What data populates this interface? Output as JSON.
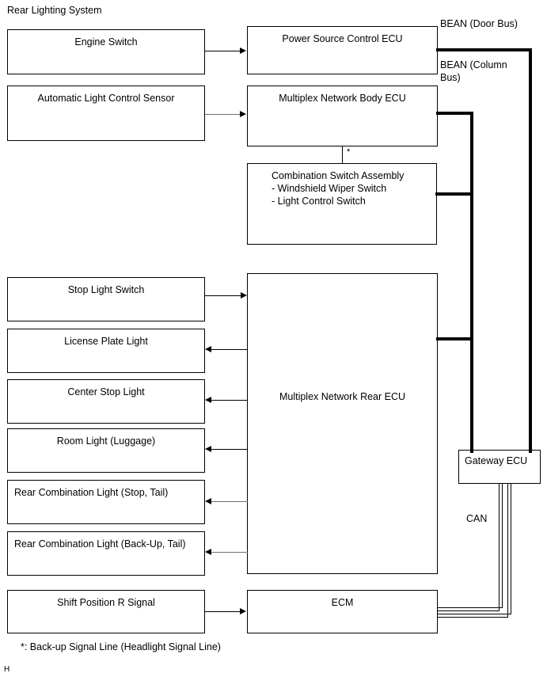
{
  "diagram": {
    "title": "Rear Lighting System",
    "footnote": "*: Back-up Signal Line (Headlight Signal Line)",
    "page_mark": "H",
    "asterisk": "*"
  },
  "bus_labels": {
    "door_bus": "BEAN (Door Bus)",
    "column_bus_line1": "BEAN (Column",
    "column_bus_line2": "Bus)",
    "can": "CAN"
  },
  "blocks": {
    "engine_switch": "Engine Switch",
    "automatic_light_control_sensor": "Automatic Light Control Sensor",
    "power_source_control_ecu": "Power Source Control ECU",
    "multiplex_network_body_ecu": "Multiplex Network Body ECU",
    "combination_switch_title": "Combination Switch Assembly",
    "combination_switch_item1": "- Windshield Wiper Switch",
    "combination_switch_item2": "- Light Control Switch",
    "stop_light_switch": "Stop Light Switch",
    "license_plate_light": "License Plate Light",
    "center_stop_light": "Center Stop Light",
    "room_light_luggage": "Room Light (Luggage)",
    "rear_comb_light_stop_tail": "Rear Combination Light (Stop, Tail)",
    "rear_comb_light_backup_tail": "Rear Combination Light (Back-Up, Tail)",
    "multiplex_network_rear_ecu": "Multiplex Network Rear ECU",
    "shift_position_r_signal": "Shift Position R Signal",
    "ecm": "ECM",
    "gateway_ecu": "Gateway ECU"
  },
  "colors": {
    "line": "#000000",
    "gray_line": "#6f6f6f",
    "background": "#ffffff"
  }
}
